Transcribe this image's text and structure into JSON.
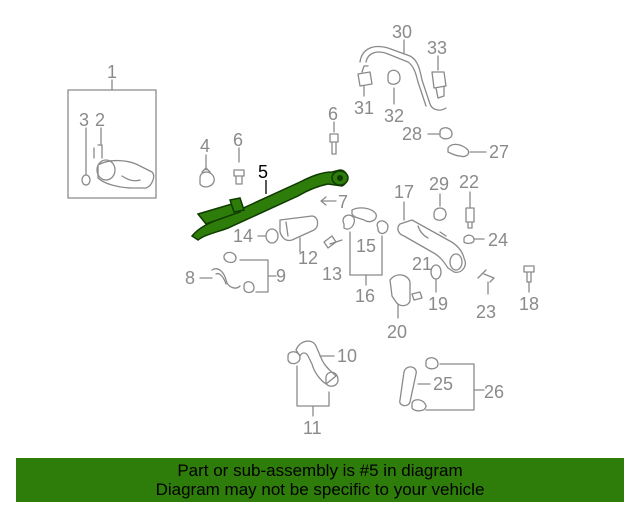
{
  "diagram": {
    "part_numbers": [
      "1",
      "2",
      "3",
      "4",
      "5",
      "6",
      "6",
      "7",
      "8",
      "9",
      "10",
      "11",
      "12",
      "13",
      "14",
      "15",
      "16",
      "17",
      "18",
      "19",
      "20",
      "21",
      "22",
      "23",
      "24",
      "25",
      "26",
      "27",
      "28",
      "29",
      "30",
      "31",
      "32",
      "33"
    ],
    "highlighted_part": "5"
  },
  "banner": {
    "line1": "Part or sub-assembly is #5 in diagram",
    "line2": "Diagram may not be specific to your vehicle",
    "color": "#2e7d0b"
  },
  "colors": {
    "highlight": "#2e7d0b",
    "line": "#8a8a8a"
  }
}
